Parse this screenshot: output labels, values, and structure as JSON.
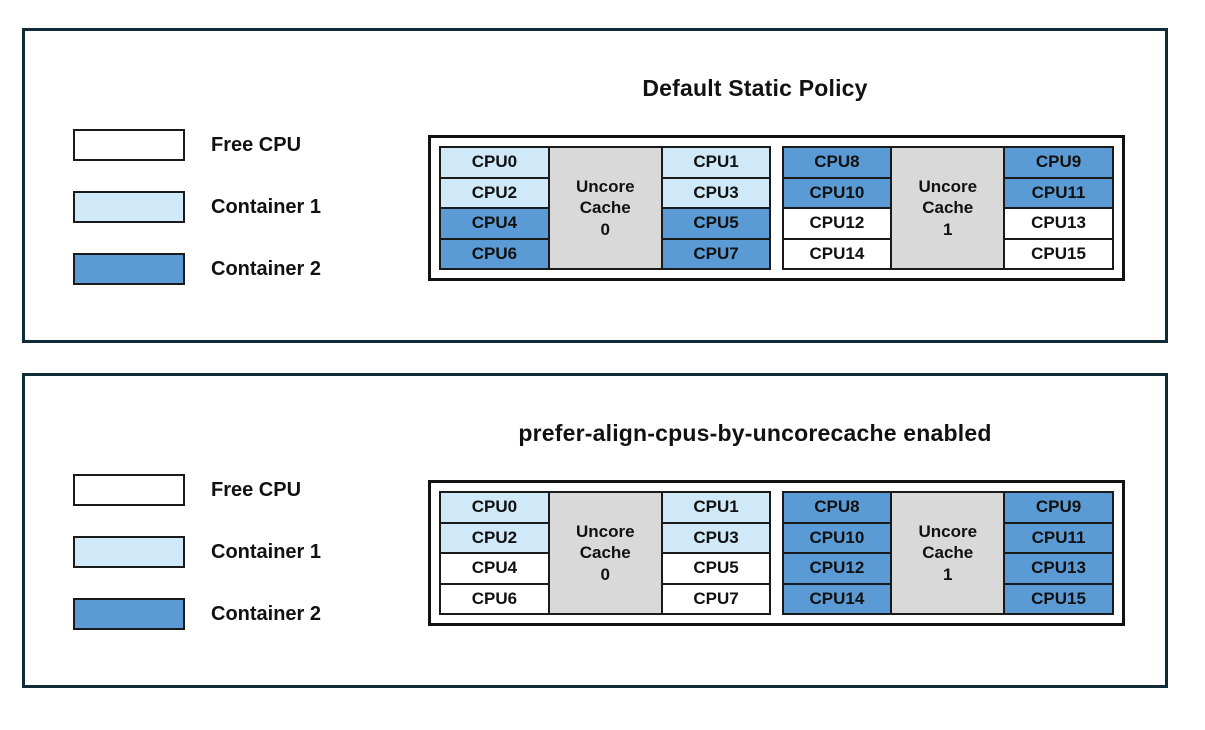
{
  "colors": {
    "free": "#ffffff",
    "container1": "#cfe9f8",
    "container2": "#5b9bd5",
    "cache_bg": "#d9d9d9",
    "panel_border": "#0f2b3a",
    "line": "#1a1a1a"
  },
  "legend": {
    "items": [
      {
        "label": "Free CPU",
        "state": "free"
      },
      {
        "label": "Container 1",
        "state": "container1"
      },
      {
        "label": "Container 2",
        "state": "container2"
      }
    ]
  },
  "panels": [
    {
      "id": "top",
      "title": "Default Static Policy",
      "blocks": [
        {
          "cache_lines": [
            "Uncore",
            "Cache",
            "0"
          ],
          "left": [
            {
              "label": "CPU0",
              "state": "container1"
            },
            {
              "label": "CPU2",
              "state": "container1"
            },
            {
              "label": "CPU4",
              "state": "container2"
            },
            {
              "label": "CPU6",
              "state": "container2"
            }
          ],
          "right": [
            {
              "label": "CPU1",
              "state": "container1"
            },
            {
              "label": "CPU3",
              "state": "container1"
            },
            {
              "label": "CPU5",
              "state": "container2"
            },
            {
              "label": "CPU7",
              "state": "container2"
            }
          ]
        },
        {
          "cache_lines": [
            "Uncore",
            "Cache",
            "1"
          ],
          "left": [
            {
              "label": "CPU8",
              "state": "container2"
            },
            {
              "label": "CPU10",
              "state": "container2"
            },
            {
              "label": "CPU12",
              "state": "free"
            },
            {
              "label": "CPU14",
              "state": "free"
            }
          ],
          "right": [
            {
              "label": "CPU9",
              "state": "container2"
            },
            {
              "label": "CPU11",
              "state": "container2"
            },
            {
              "label": "CPU13",
              "state": "free"
            },
            {
              "label": "CPU15",
              "state": "free"
            }
          ]
        }
      ]
    },
    {
      "id": "bottom",
      "title": "prefer-align-cpus-by-uncorecache enabled",
      "blocks": [
        {
          "cache_lines": [
            "Uncore",
            "Cache",
            "0"
          ],
          "left": [
            {
              "label": "CPU0",
              "state": "container1"
            },
            {
              "label": "CPU2",
              "state": "container1"
            },
            {
              "label": "CPU4",
              "state": "free"
            },
            {
              "label": "CPU6",
              "state": "free"
            }
          ],
          "right": [
            {
              "label": "CPU1",
              "state": "container1"
            },
            {
              "label": "CPU3",
              "state": "container1"
            },
            {
              "label": "CPU5",
              "state": "free"
            },
            {
              "label": "CPU7",
              "state": "free"
            }
          ]
        },
        {
          "cache_lines": [
            "Uncore",
            "Cache",
            "1"
          ],
          "left": [
            {
              "label": "CPU8",
              "state": "container2"
            },
            {
              "label": "CPU10",
              "state": "container2"
            },
            {
              "label": "CPU12",
              "state": "container2"
            },
            {
              "label": "CPU14",
              "state": "container2"
            }
          ],
          "right": [
            {
              "label": "CPU9",
              "state": "container2"
            },
            {
              "label": "CPU11",
              "state": "container2"
            },
            {
              "label": "CPU13",
              "state": "container2"
            },
            {
              "label": "CPU15",
              "state": "container2"
            }
          ]
        }
      ]
    }
  ]
}
